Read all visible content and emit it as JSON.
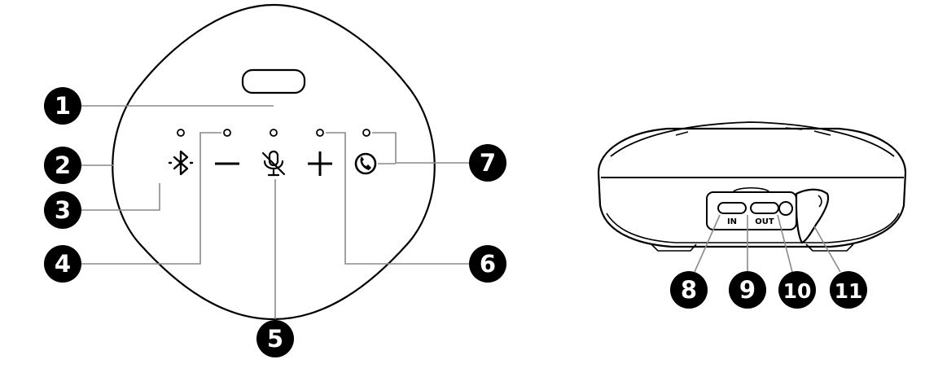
{
  "callouts": {
    "c1": "1",
    "c2": "2",
    "c3": "3",
    "c4": "4",
    "c5": "5",
    "c6": "6",
    "c7": "7",
    "c8": "8",
    "c9": "9",
    "c10": "10",
    "c11": "11"
  },
  "ports": {
    "in_label": "IN",
    "out_label": "OUT"
  },
  "colors": {
    "line": "#000000",
    "leader": "#8a8a8a",
    "badge": "#000000"
  }
}
